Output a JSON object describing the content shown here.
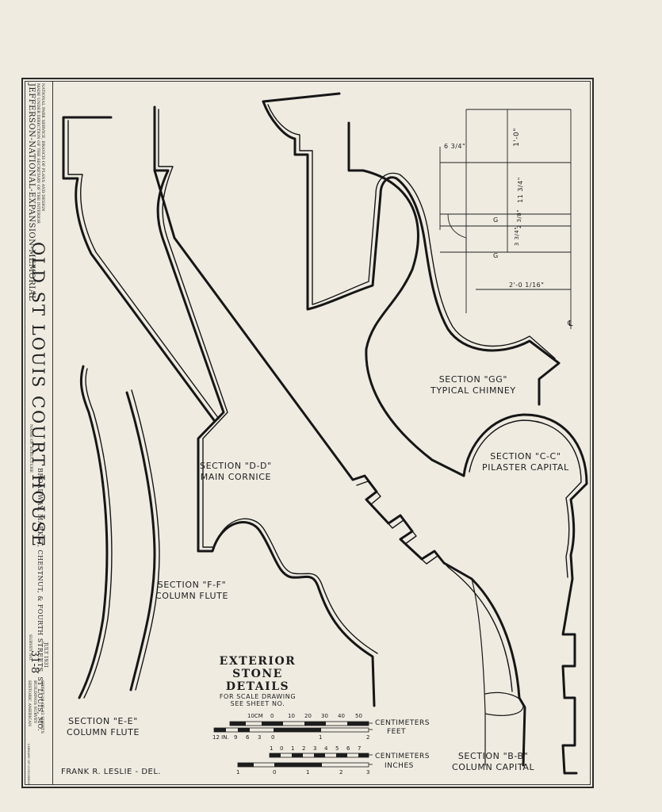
{
  "title_strip": {
    "memorial": "JEFFERSON-NATIONAL-EXPANSION-MEMORIAL",
    "agency_line1": "MADE UNDER DIRECTION OF THE SECRETARY OF THE INTERIOR",
    "agency_line2": "NATIONAL PARK SERVICE, BRANCH OF PLANS AND DESIGN",
    "structure_name_label": "NAME OF STRUCTURE",
    "structure_name": "OLD ST LOUIS COURT HOUSE",
    "address": "BROADWAY, MARKET, CHESTNUT, & FOURTH STREETS, ST LOUIS, MO.",
    "survey_label": "SURVEY NO.",
    "survey_no": "31-8",
    "date": "JULY 1931",
    "habs_line1": "HISTORIC AMERICAN",
    "habs_line2": "BUILDINGS SURVEY",
    "sheet": "SHEET 28 OF 43 SHEETS",
    "library": "LIBRARY OF CONGRESS"
  },
  "sections": {
    "gg": "SECTION \"GG\"",
    "gg_sub": "TYPICAL CHIMNEY",
    "cc": "SECTION \"C-C\"",
    "cc_sub": "PILASTER CAPITAL",
    "dd": "SECTION \"D-D\"",
    "dd_sub": "MAIN CORNICE",
    "ff": "SECTION \"F-F\"",
    "ff_sub": "COLUMN FLUTE",
    "ee": "SECTION \"E-E\"",
    "ee_sub": "COLUMN FLUTE",
    "bb": "SECTION \"B-B\"",
    "bb_sub": "COLUMN CAPITAL"
  },
  "title_block": {
    "title1": "EXTERIOR STONE",
    "title2": "DETAILS",
    "note1": "FOR SCALE DRAWING",
    "note2": "SEE SHEET NO."
  },
  "dimensions": {
    "d1": "1'-0\"",
    "d2": "6 3/4\"",
    "d3": "11 3/4\"",
    "d4": "2 3/8\"",
    "d5": "3 3/4\"",
    "d6": "2'-0 1/16\"",
    "g1": "G",
    "g2": "G",
    "cl": "℄"
  },
  "scales": {
    "cm_label": "CENTIMETERS",
    "feet_label": "FEET",
    "cm2_label": "CENTIMETERS",
    "inches_label": "INCHES",
    "cm_ticks": [
      "10CM",
      "0",
      "10",
      "20",
      "30",
      "40",
      "50"
    ],
    "feet_ticks": [
      "12 IN.",
      "9",
      "6",
      "3",
      "0",
      "1",
      "2"
    ],
    "cm2_ticks": [
      "1",
      "0",
      "1",
      "2",
      "3",
      "4",
      "5",
      "6",
      "7"
    ],
    "inch_ticks": [
      "1",
      "0",
      "1",
      "2",
      "3"
    ]
  },
  "delineator": "FRANK R. LESLIE - DEL."
}
